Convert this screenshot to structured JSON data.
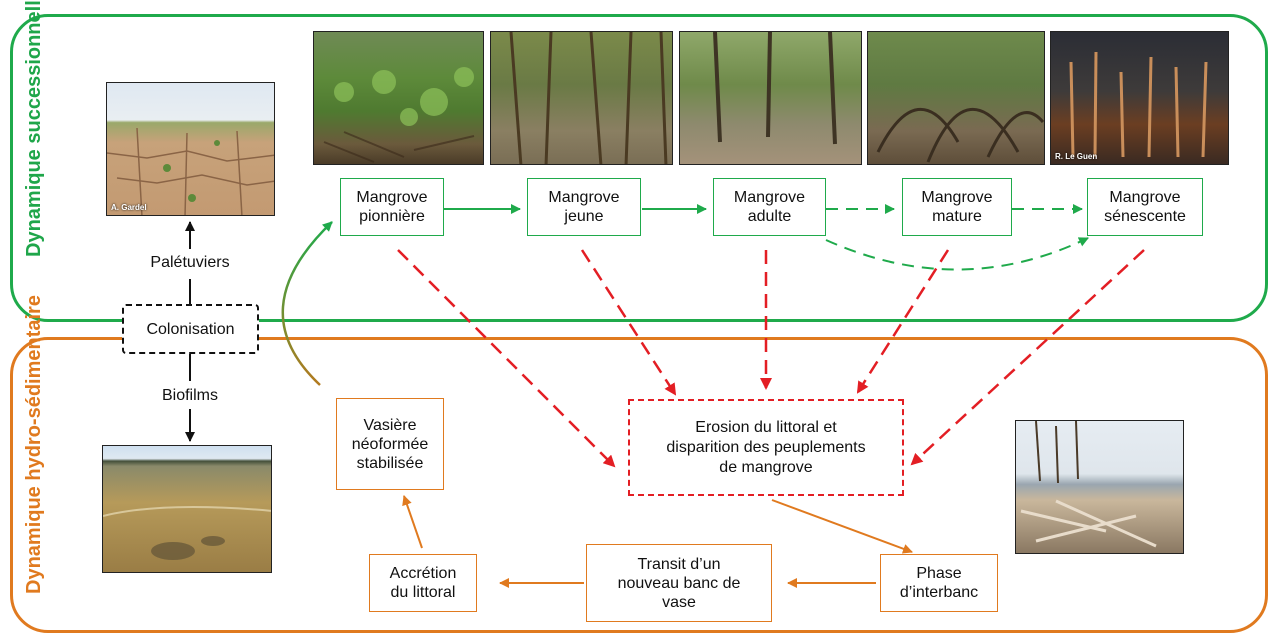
{
  "title_top": "Dynamique successionnelle",
  "title_bottom": "Dynamique hydro-sédimentaire",
  "colors": {
    "green": "#1faa4b",
    "orange": "#e07a1f",
    "red": "#e31e24"
  },
  "photos": {
    "dry_mud": {
      "credit": "A. Gardel"
    },
    "senescent": {
      "credit": "R. Le Guen"
    }
  },
  "stages": [
    "Mangrove\npionnière",
    "Mangrove\njeune",
    "Mangrove\nadulte",
    "Mangrove\nmature",
    "Mangrove\nsénescente"
  ],
  "colonisation": "Colonisation",
  "paletuviers": "Palétuviers",
  "biofilms": "Biofilms",
  "erosion": "Erosion du littoral et\ndisparition des peuplements\nde mangrove",
  "hydro": {
    "vasiere": "Vasière\nnéoformée\nstabilisée",
    "accretion": "Accrétion\ndu littoral",
    "transit": "Transit d’un\nnouveau banc de\nvase",
    "interbanc": "Phase\nd’interbanc"
  }
}
